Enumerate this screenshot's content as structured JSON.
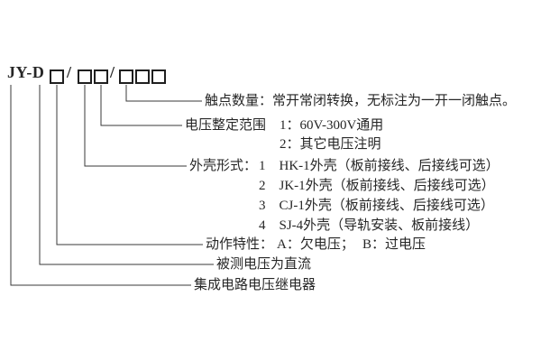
{
  "code": {
    "prefix": "JY-D",
    "slash": "/"
  },
  "annotations": {
    "contacts": {
      "text": "触点数量：常开常闭转换，无标注为一开一闭触点。"
    },
    "voltage_range": {
      "title": "电压整定范围",
      "options": [
        "1：60V-300V通用",
        "2：其它电压注明"
      ]
    },
    "case_type": {
      "title": "外壳形式：",
      "options": [
        "1　HK-1外壳（板前接线、后接线可选）",
        "2　JK-1外壳（板前接线、后接线可选）",
        "3　CJ-1外壳（板前接线、后接线可选）",
        "4　SJ-4外壳（导轨安装、板前接线）"
      ]
    },
    "action": {
      "title": "动作特性：",
      "options": [
        "A：欠电压；",
        "B：过电压"
      ]
    },
    "dc": {
      "text": "被测电压为直流"
    },
    "device": {
      "text": "集成电路电压继电器"
    }
  }
}
